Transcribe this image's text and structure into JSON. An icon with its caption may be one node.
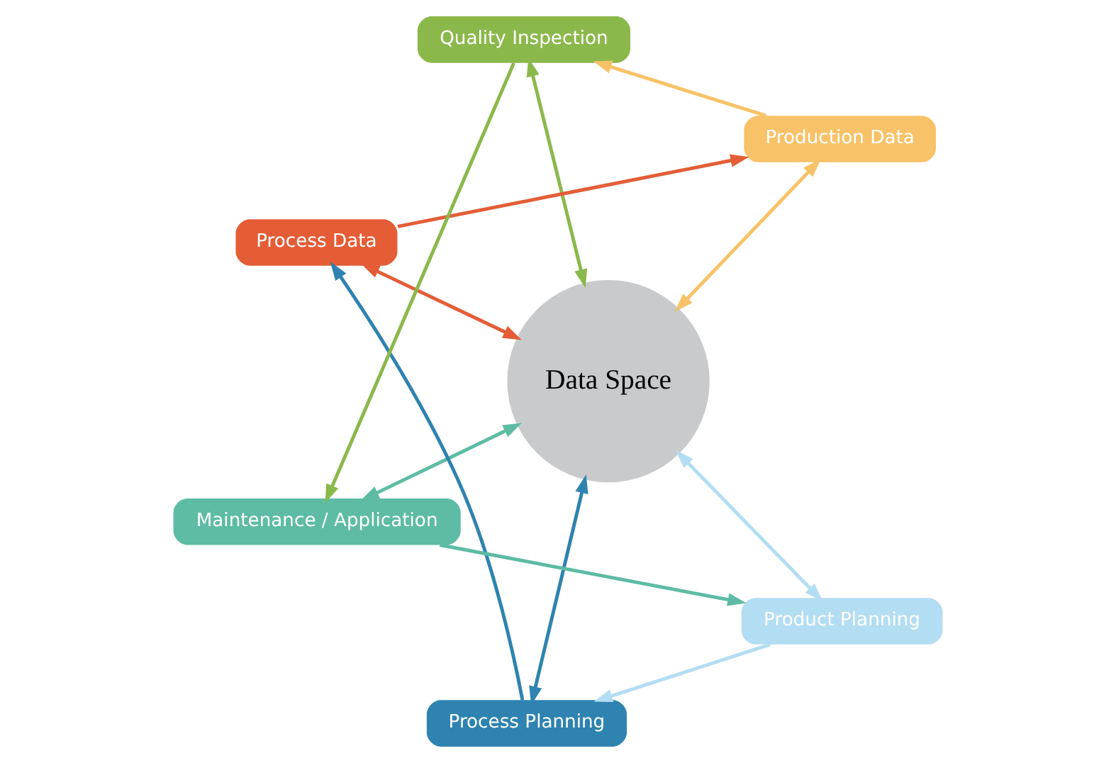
{
  "diagram": {
    "nodes": [
      {
        "text": [
          "Data Space"
        ]
      },
      {
        "text": [
          "Product Planning"
        ]
      },
      {
        "text": [
          "Process Planning"
        ]
      },
      {
        "text": [
          "Process Data"
        ]
      },
      {
        "text": [
          "Production Data"
        ]
      },
      {
        "text": [
          "Quality Inspection"
        ]
      },
      {
        "text": [
          "Maintenance / Application"
        ]
      }
    ],
    "edges": [
      {
        "from": 1,
        "to": 2,
        "arrow": "to",
        "color": "#b3ddf2"
      },
      {
        "from": 2,
        "to": 3,
        "arrow": "to",
        "color": "#2e83b0"
      },
      {
        "from": 3,
        "to": 4,
        "arrow": "to",
        "color": "#e45d36"
      },
      {
        "from": 4,
        "to": 5,
        "arrow": "to",
        "color": "#f8c268"
      },
      {
        "from": 5,
        "to": 6,
        "arrow": "to",
        "color": "#8bb84b"
      },
      {
        "from": 6,
        "to": 1,
        "arrow": "to",
        "color": "#5dbca3"
      },
      {
        "from": 0,
        "to": 1,
        "arrow": "both",
        "color": "#b3ddf2"
      },
      {
        "from": 0,
        "to": 2,
        "arrow": "both",
        "color": "#2e83b0"
      },
      {
        "from": 0,
        "to": 3,
        "arrow": "both",
        "color": "#e45d36"
      },
      {
        "from": 0,
        "to": 4,
        "arrow": "both",
        "color": "#f8c268"
      },
      {
        "from": 0,
        "to": 5,
        "arrow": "both",
        "color": "#8bb84b"
      },
      {
        "from": 0,
        "to": 6,
        "arrow": "both",
        "color": "#5dbca3"
      }
    ]
  }
}
